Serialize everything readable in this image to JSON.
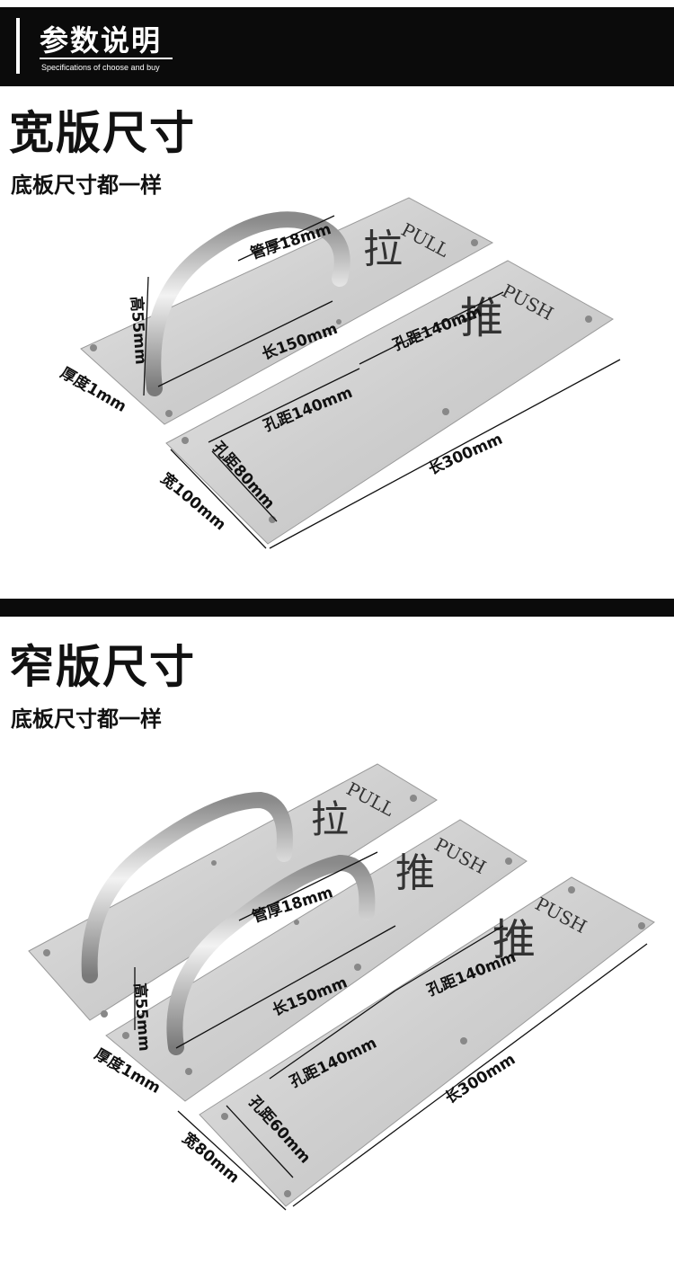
{
  "header": {
    "title": "参数说明",
    "subtitle": "Specifications of choose and buy"
  },
  "wide": {
    "title": "宽版尺寸",
    "subtitle": "底板尺寸都一样",
    "pull_en": "PULL",
    "pull_cn": "拉",
    "push_en": "PUSH",
    "push_cn": "推",
    "dims": {
      "tube": "管厚18mm",
      "height": "高55mm",
      "handle_length": "长150mm",
      "hole_top": "孔距140mm",
      "hole_mid": "孔距140mm",
      "thickness": "厚度1mm",
      "hole_side": "孔距80mm",
      "width": "宽100mm",
      "length": "长300mm"
    }
  },
  "narrow": {
    "title": "窄版尺寸",
    "subtitle": "底板尺寸都一样",
    "pull_en": "PULL",
    "pull_cn": "拉",
    "push_en": "PUSH",
    "push_cn": "推",
    "push2_en": "PUSH",
    "push2_cn": "推",
    "dims": {
      "tube": "管厚18mm",
      "height": "高55mm",
      "handle_length": "长150mm",
      "hole_top": "孔距140mm",
      "hole_mid": "孔距140mm",
      "thickness": "厚度1mm",
      "hole_side": "孔距60mm",
      "width": "宽80mm",
      "length": "长300mm"
    }
  }
}
